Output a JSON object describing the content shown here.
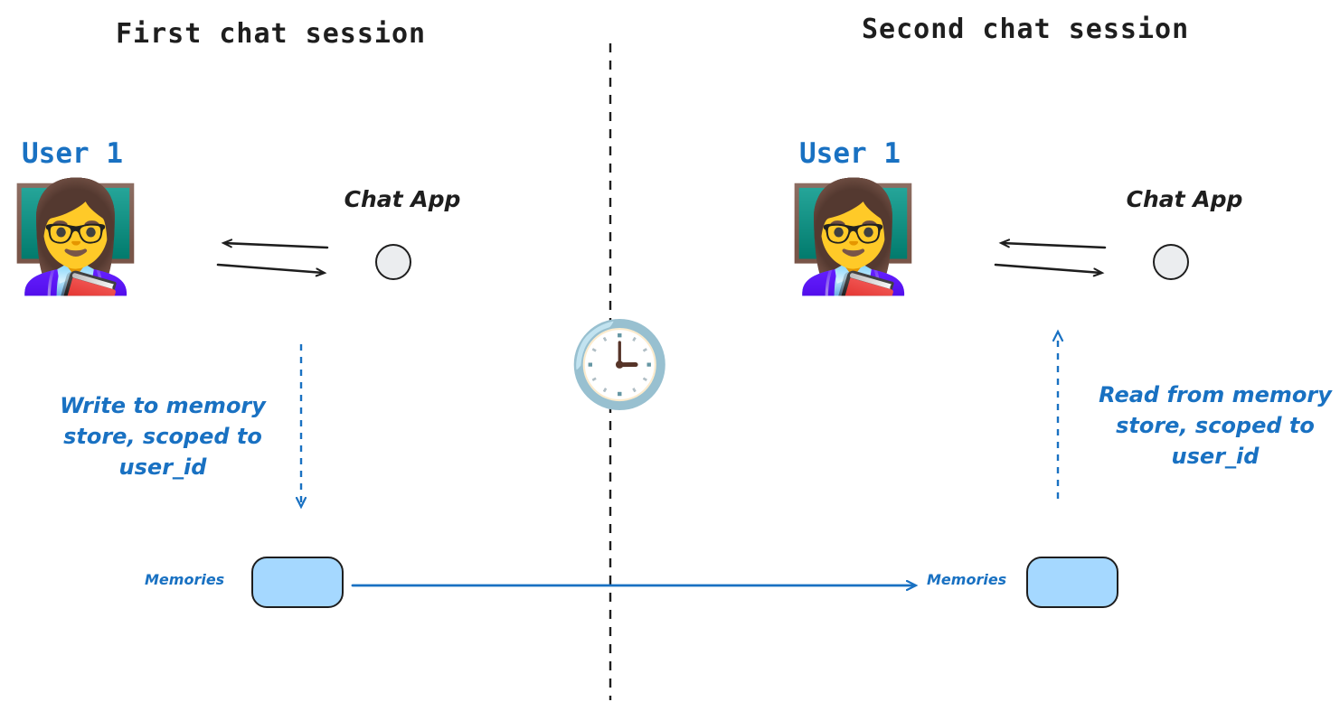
{
  "sessions": {
    "first": {
      "title": "First chat session",
      "user_label": "User 1",
      "chat_app_label": "Chat App",
      "note": "Write to memory store, scoped to user_id",
      "memories_label": "Memories"
    },
    "second": {
      "title": "Second chat session",
      "user_label": "User 1",
      "chat_app_label": "Chat App",
      "note": "Read from memory store, scoped to user_id",
      "memories_label": "Memories"
    }
  },
  "icons": {
    "user_emoji": "👩‍🏫",
    "clock_emoji": "🕒"
  },
  "colors": {
    "accent_blue": "#1971c2",
    "memory_fill": "#a5d8ff",
    "ink": "#1e1e1e"
  }
}
